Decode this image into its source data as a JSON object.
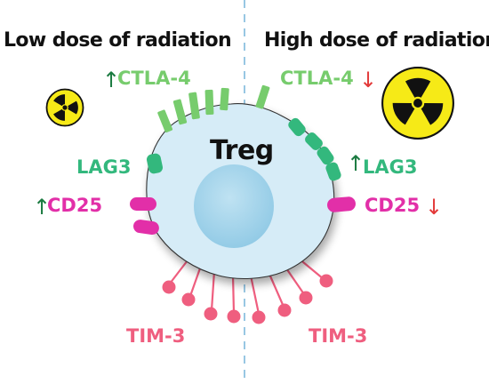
{
  "headings": {
    "left": "Low dose of radiation",
    "right": "High dose of radiation"
  },
  "cell": {
    "label": "Treg"
  },
  "markers": {
    "ctla4_left": "CTLA-4",
    "ctla4_right": "CTLA-4",
    "lag3_left": "LAG3",
    "lag3_right": "LAG3",
    "cd25_left": "CD25",
    "cd25_right": "CD25",
    "tim3_left": "TIM-3",
    "tim3_right": "TIM-3"
  },
  "arrows": {
    "up": "↑",
    "down": "↓"
  },
  "colors": {
    "ctla4": "#77cc6d",
    "lag3": "#33b87d",
    "cd25": "#e22fa8",
    "tim3": "#ef5e7f",
    "arrow_up": "#1a7a40",
    "arrow_down": "#e33a3a",
    "cell_fill": "#d6ecf7",
    "nucleus": "#a6d6ec",
    "divider": "#7fb9dc",
    "radiation_yellow": "#f6ea17"
  },
  "icons": {
    "low_dose": "radiation-hazard-icon",
    "high_dose": "radiation-hazard-icon"
  }
}
